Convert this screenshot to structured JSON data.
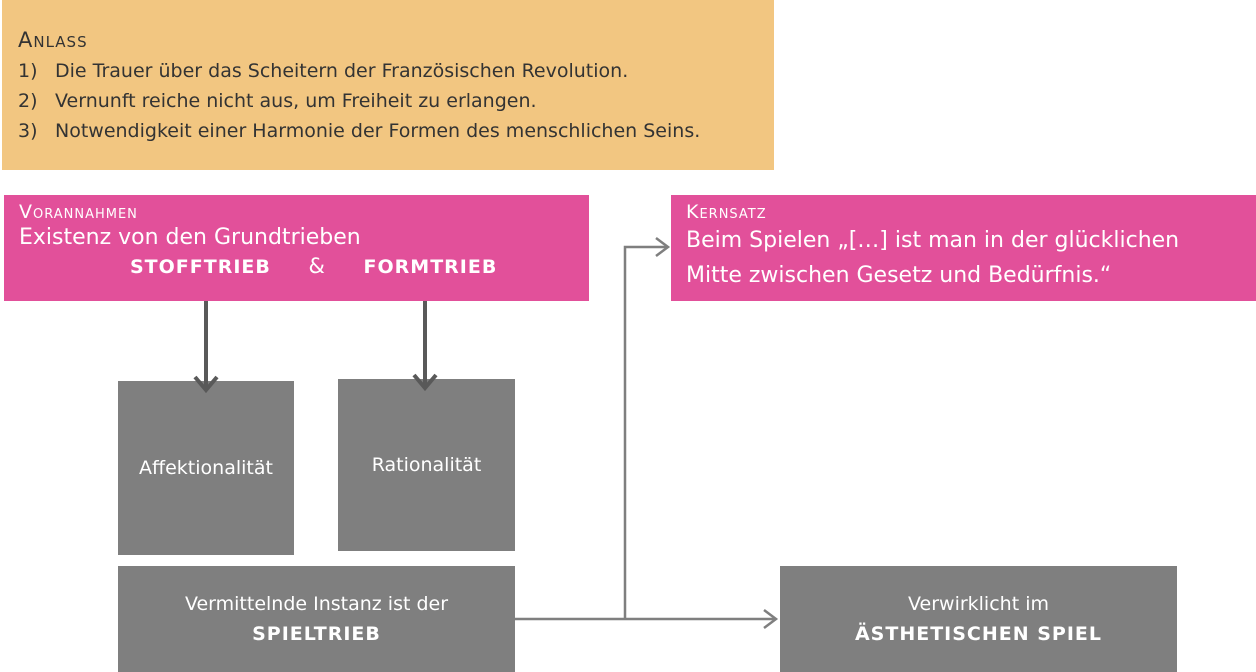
{
  "anlass": {
    "title": "Anlass",
    "items": [
      {
        "num": "1)",
        "text": "Die Trauer über das Scheitern der Französischen Revolution."
      },
      {
        "num": "2)",
        "text": "Vernunft reiche nicht aus, um Freiheit zu erlangen."
      },
      {
        "num": "3)",
        "text": "Notwendigkeit einer Harmonie der Formen des menschlichen Seins."
      }
    ]
  },
  "voran": {
    "title": "Vorannahmen",
    "text": "Existenz von den Grundtrieben",
    "trieb1": "STOFFTRIEB",
    "amp": "&",
    "trieb2": "FORMTRIEB"
  },
  "kern": {
    "title": "Kernsatz",
    "line1": "Beim Spielen „[…]  ist man in der glücklichen",
    "line2": "Mitte zwischen Gesetz und Bedürfnis.“"
  },
  "affekt": "Affektionalität",
  "ratio": "Rationalität",
  "spiel": {
    "line1": "Vermittelnde Instanz ist der",
    "line2": "SPIELTRIEB"
  },
  "aesth": {
    "line1": "Verwirklicht im",
    "line2": "ÄSTHETISCHEN SPIEL"
  },
  "colors": {
    "anlass_bg": "#f2c681",
    "pink": "#e2509a",
    "gray": "#7f7f7f",
    "arrow": "#595959"
  }
}
